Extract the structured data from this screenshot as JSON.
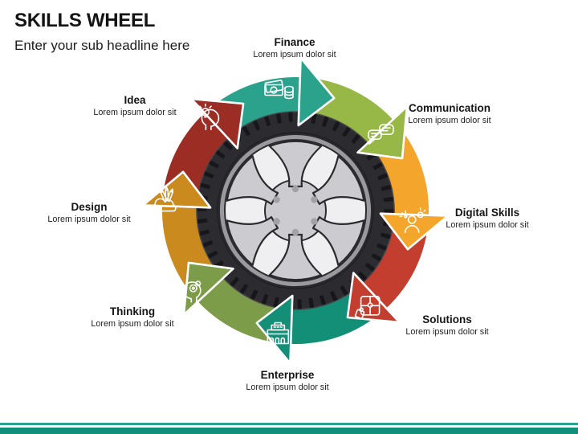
{
  "slide": {
    "title": "SKILLS WHEEL",
    "subtitle": "Enter your sub headline here",
    "background": "#FFFFFF",
    "footer_line_color": "#28A38C",
    "footer_bar_color": "#10907A"
  },
  "wheel": {
    "tire_color": "#2C2C30",
    "tread_dash_color": "#17171B",
    "tire_edge_color": "#46464B",
    "rim_ring_color": "#9A9A9E",
    "alloy_face_color": "#EFEFF1",
    "spoke_color": "#CCCCD0",
    "outline_color": "#2B2B2E",
    "lug_color": "#A2A2A6"
  },
  "segments": [
    {
      "label": "Finance",
      "desc": "Lorem ipsum dolor sit",
      "color": "#2BA38C",
      "icon": "money-coins-icon"
    },
    {
      "label": "Communication",
      "desc": "Lorem ipsum dolor sit",
      "color": "#97B847",
      "icon": "speech-bubbles-icon"
    },
    {
      "label": "Digital Skills",
      "desc": "Lorem ipsum dolor sit",
      "color": "#F4A52C",
      "icon": "person-idea-icon"
    },
    {
      "label": "Solutions",
      "desc": "Lorem ipsum dolor sit",
      "color": "#C33E2E",
      "icon": "puzzle-icon"
    },
    {
      "label": "Enterprise",
      "desc": "Lorem ipsum dolor sit",
      "color": "#128F76",
      "icon": "building-icon"
    },
    {
      "label": "Thinking",
      "desc": "Lorem ipsum dolor sit",
      "color": "#7D9C49",
      "icon": "head-gears-icon"
    },
    {
      "label": "Design",
      "desc": "Lorem ipsum dolor sit",
      "color": "#CA8A1D",
      "icon": "pencils-cloud-icon"
    },
    {
      "label": "Idea",
      "desc": "Lorem ipsum dolor sit",
      "color": "#9C2D24",
      "icon": "head-bulb-icon"
    }
  ]
}
